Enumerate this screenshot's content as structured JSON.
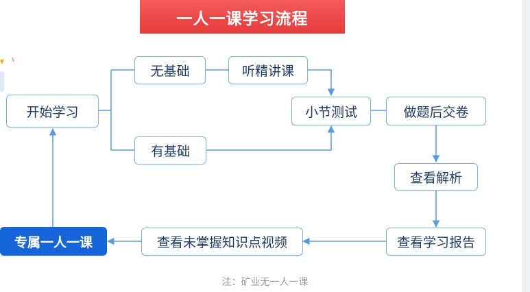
{
  "title": "一人一课学习流程",
  "nodes": {
    "start": "开始学习",
    "no_base": "无基础",
    "lecture": "听精讲课",
    "has_base": "有基础",
    "section_test": "小节测试",
    "submit": "做题后交卷",
    "analysis": "查看解析",
    "report": "查看学习报告",
    "videos": "查看未掌握知识点视频",
    "exclusive": "专属一人一课"
  },
  "note": "注：矿业无一人一课",
  "colors": {
    "title_bg": "#e63b3b",
    "node_border": "#7fb2e6",
    "node_text": "#1f3d66",
    "arrow": "#5a9be0",
    "primary_bg": "#1565d8"
  }
}
